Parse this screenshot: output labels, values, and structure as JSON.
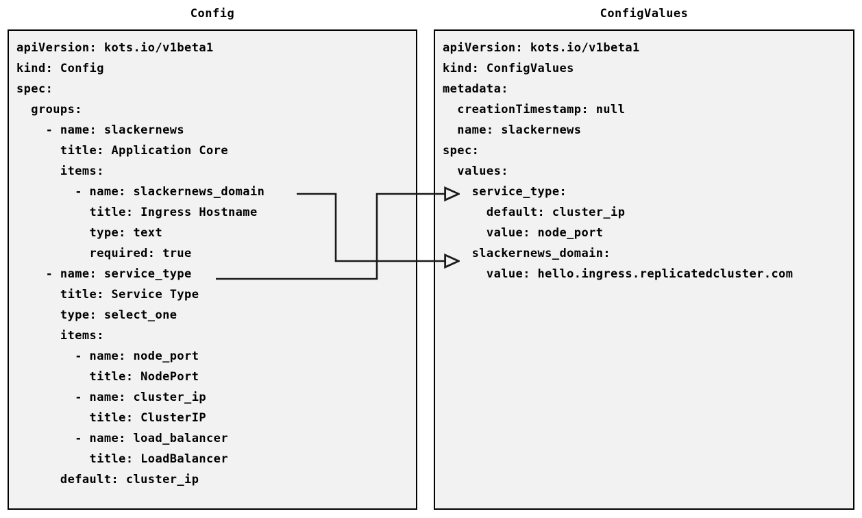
{
  "diagram": {
    "type": "yaml-mapping-diagram",
    "description": "Two YAML document panels, Config and ConfigValues, with arrows mapping Config item names to ConfigValues keys",
    "background_color": "#ffffff",
    "panel_background_color": "#f2f2f2",
    "panel_border_color": "#000000",
    "connector_color": "#1a1a1a"
  },
  "panels": {
    "left": {
      "title": "Config",
      "lines": [
        "apiVersion: kots.io/v1beta1",
        "kind: Config",
        "spec:",
        "  groups:",
        "    - name: slackernews",
        "      title: Application Core",
        "      items:",
        "        - name: slackernews_domain",
        "          title: Ingress Hostname",
        "          type: text",
        "          required: true",
        "    - name: service_type",
        "      title: Service Type",
        "      type: select_one",
        "      items:",
        "        - name: node_port",
        "          title: NodePort",
        "        - name: cluster_ip",
        "          title: ClusterIP",
        "        - name: load_balancer",
        "          title: LoadBalancer",
        "      default: cluster_ip"
      ]
    },
    "right": {
      "title": "ConfigValues",
      "lines": [
        "apiVersion: kots.io/v1beta1",
        "kind: ConfigValues",
        "metadata:",
        "  creationTimestamp: null",
        "  name: slackernews",
        "spec:",
        "  values:",
        "    service_type:",
        "      default: cluster_ip",
        "      value: node_port",
        "    slackernews_domain:",
        "      value: hello.ingress.replicatedcluster.com"
      ]
    }
  },
  "connectors": [
    {
      "name": "slackernews-domain-mapping",
      "from": "slackernews_domain",
      "to": "slackernews_domain:",
      "arrowhead": "hollow-triangle"
    },
    {
      "name": "service-type-mapping",
      "from": "service_type",
      "to": "service_type:",
      "arrowhead": "hollow-triangle"
    }
  ]
}
